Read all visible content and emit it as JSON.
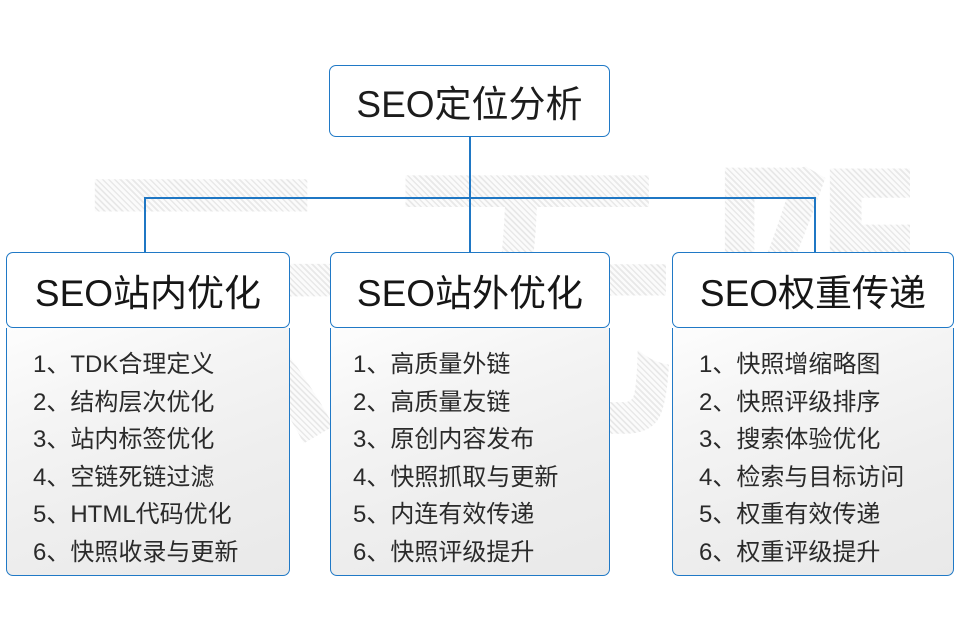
{
  "diagram": {
    "title": "SEO定位分析",
    "watermark": "云无限",
    "accent_color": "#2079c6",
    "root": {
      "label": "SEO定位分析"
    },
    "columns": [
      {
        "header": "SEO站内优化",
        "items": [
          "1、TDK合理定义",
          "2、结构层次优化",
          "3、站内标签优化",
          "4、空链死链过滤",
          "5、HTML代码优化",
          "6、快照收录与更新"
        ]
      },
      {
        "header": "SEO站外优化",
        "items": [
          "1、高质量外链",
          "2、高质量友链",
          "3、原创内容发布",
          "4、快照抓取与更新",
          "5、内连有效传递",
          "6、快照评级提升"
        ]
      },
      {
        "header": "SEO权重传递",
        "items": [
          "1、快照增缩略图",
          "2、快照评级排序",
          "3、搜索体验优化",
          "4、检索与目标访问",
          "5、权重有效传递",
          "6、权重评级提升"
        ]
      }
    ]
  }
}
